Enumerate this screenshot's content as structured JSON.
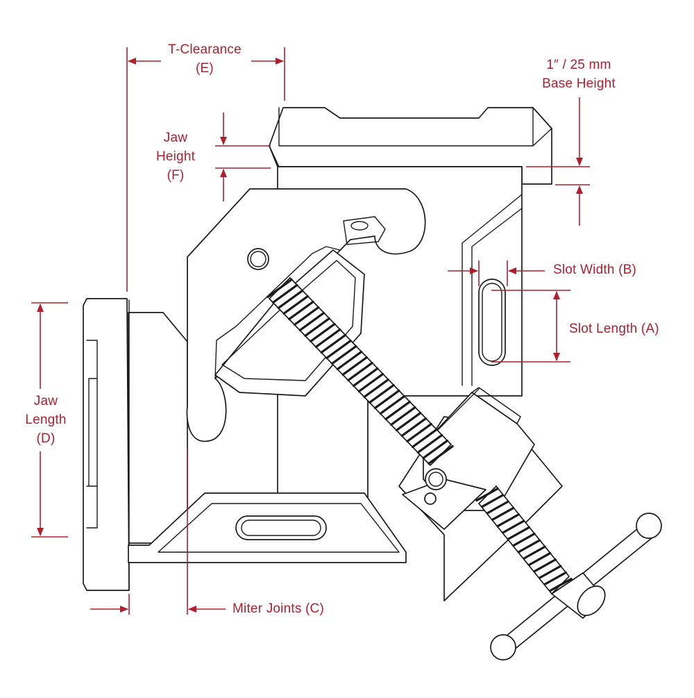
{
  "colors": {
    "annotation": "#b01e2f",
    "outline": "#1a1a1a",
    "background": "#ffffff"
  },
  "labels": {
    "t_clearance": {
      "line1": "T-Clearance",
      "line2": "(E)"
    },
    "base_height": {
      "line1": "1″ / 25 mm",
      "line2": "Base Height"
    },
    "jaw_height": {
      "line1": "Jaw",
      "line2": "Height",
      "line3": "(F)"
    },
    "slot_width": "Slot Width (B)",
    "slot_length": "Slot Length (A)",
    "jaw_length": {
      "line1": "Jaw",
      "line2": "Length",
      "line3": "(D)"
    },
    "miter_joints": "Miter Joints (C)"
  }
}
